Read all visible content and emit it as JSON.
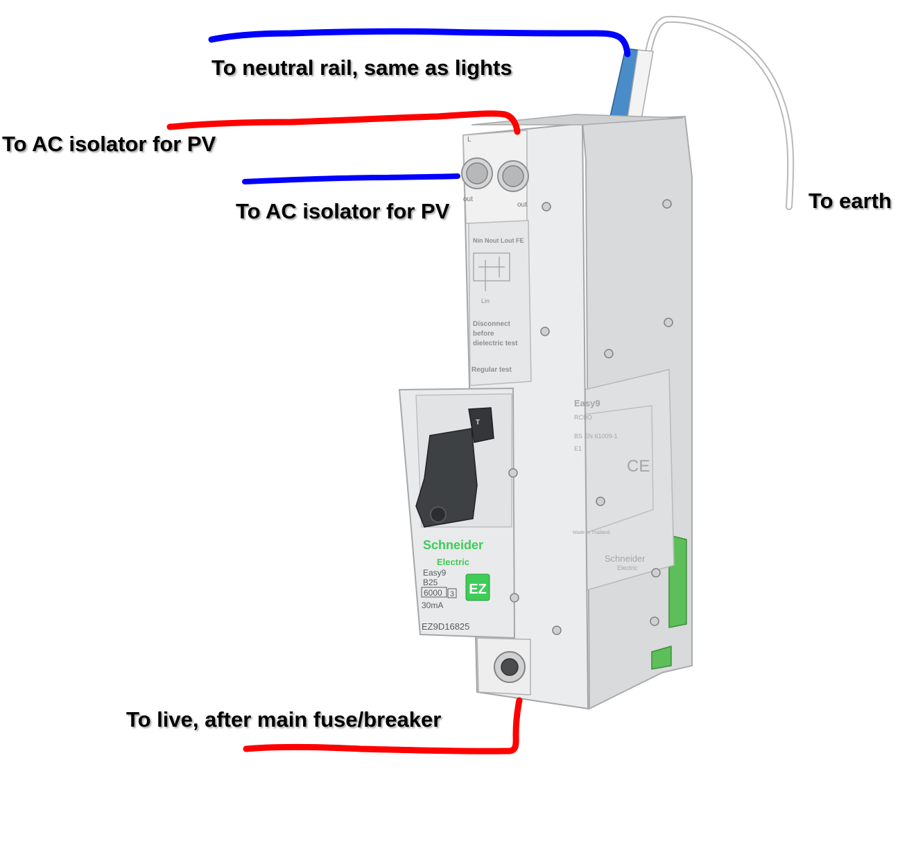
{
  "labels": {
    "neutral": "To neutral rail, same as lights",
    "ac_isolator_top": "To AC isolator for PV",
    "ac_isolator_bottom": "To AC isolator for PV",
    "earth": "To earth",
    "live": "To live, after main fuse/breaker"
  },
  "device": {
    "brand": "Schneider",
    "brand_sub": "Electric",
    "series": "Easy9",
    "rating": "B25",
    "breaking_capacity": "6000",
    "class": "3",
    "sensitivity": "30mA",
    "part_number": "EZ9D16825",
    "ez_badge": "EZ",
    "terminal_l": "L",
    "terminal_out_left": "out",
    "terminal_out_right": "out",
    "schematic_header": "Nin Nout Lout FE",
    "schematic_lin": "Lin",
    "warning_1": "Disconnect",
    "warning_2": "before",
    "warning_3": "dielectric test",
    "regular_test": "Regular test",
    "toggle_mark": "T",
    "side_series": "Easy9",
    "side_type": "RCBO",
    "side_standard": "BS EN 61009-1",
    "side_e1": "E1",
    "side_ce": "CE",
    "side_made_in": "Made in Thailand",
    "side_brand": "Schneider",
    "side_brand_sub": "Electric"
  },
  "colors": {
    "live_wire": "#ff0000",
    "neutral_wire": "#0000ff",
    "earth_wire": "#ffffff",
    "device_body": "#e4e5e5",
    "toggle": "#3c3f42",
    "brand_green": "#3dcd58"
  }
}
